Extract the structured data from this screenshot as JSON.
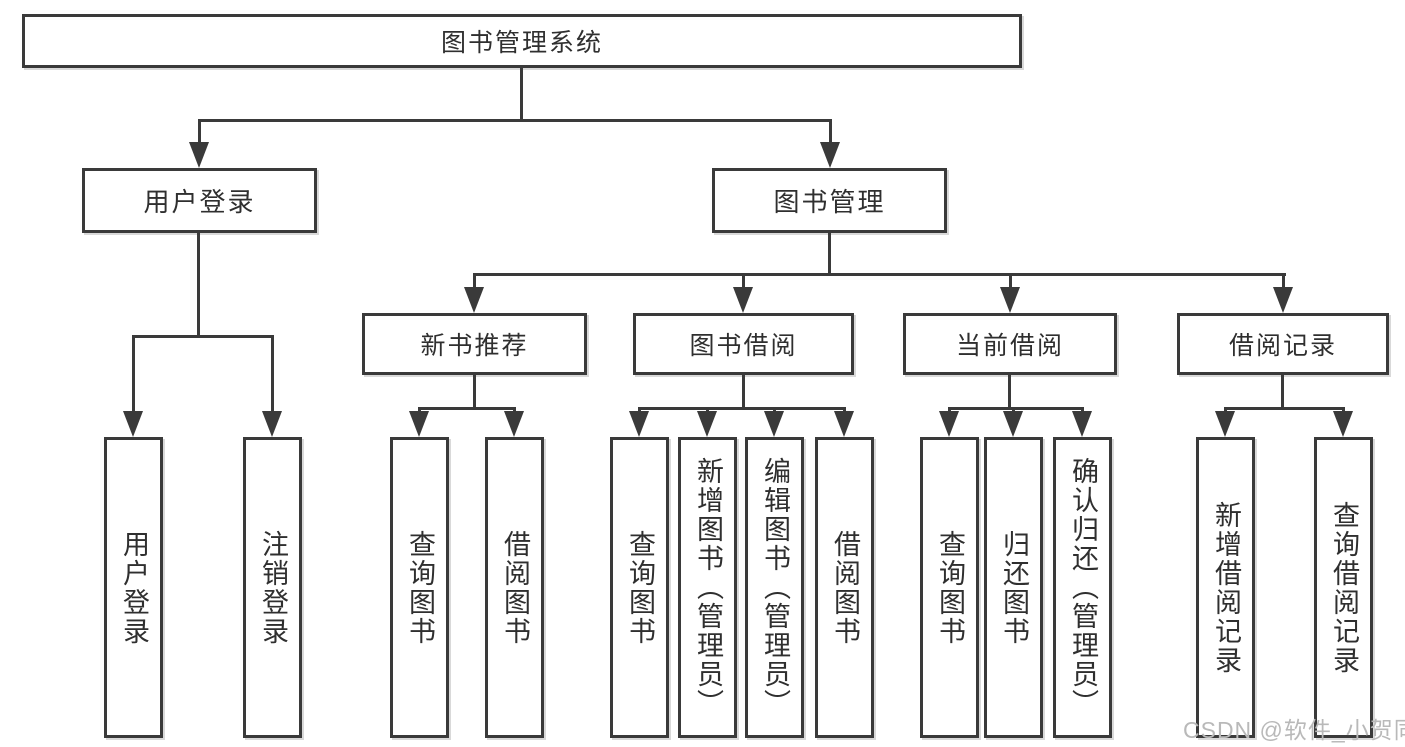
{
  "diagram": {
    "root": "图书管理系统",
    "level2": [
      "用户登录",
      "图书管理"
    ],
    "level3": [
      "新书推荐",
      "图书借阅",
      "当前借阅",
      "借阅记录"
    ],
    "leaves_login": [
      "用户登录",
      "注销登录"
    ],
    "leaves_recommend": [
      "查询图书",
      "借阅图书"
    ],
    "leaves_borrow": [
      "查询图书",
      "新增图书（管理员）",
      "编辑图书（管理员）",
      "借阅图书"
    ],
    "leaves_current": [
      "查询图书",
      "归还图书",
      "确认归还（管理员）"
    ],
    "leaves_records": [
      "新增借阅记录",
      "查询借阅记录"
    ]
  },
  "watermark": "CSDN @软件_小贺同学",
  "colors": {
    "line": "#3a3a3a",
    "text": "#2f2f2f",
    "watermark": "#b9b9b9",
    "background": "#ffffff"
  }
}
